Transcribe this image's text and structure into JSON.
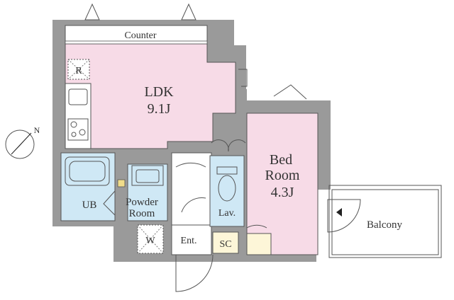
{
  "floorplan": {
    "rooms": {
      "counter": "Counter",
      "ldk_name": "LDK",
      "ldk_size": "9.1J",
      "bed_name_1": "Bed",
      "bed_name_2": "Room",
      "bed_size": "4.3J",
      "balcony": "Balcony",
      "ub": "UB",
      "powder_1": "Powder",
      "powder_2": "Room",
      "lav": "Lav.",
      "ent": "Ent.",
      "sc": "SC",
      "washer": "W",
      "fridge": "R"
    },
    "compass": "N",
    "colors": {
      "wall": "#9a9a9a",
      "ldk": "#f7dbe7",
      "wet": "#cfe8f5",
      "storage": "#fdf6d8",
      "outline": "#555555"
    }
  }
}
